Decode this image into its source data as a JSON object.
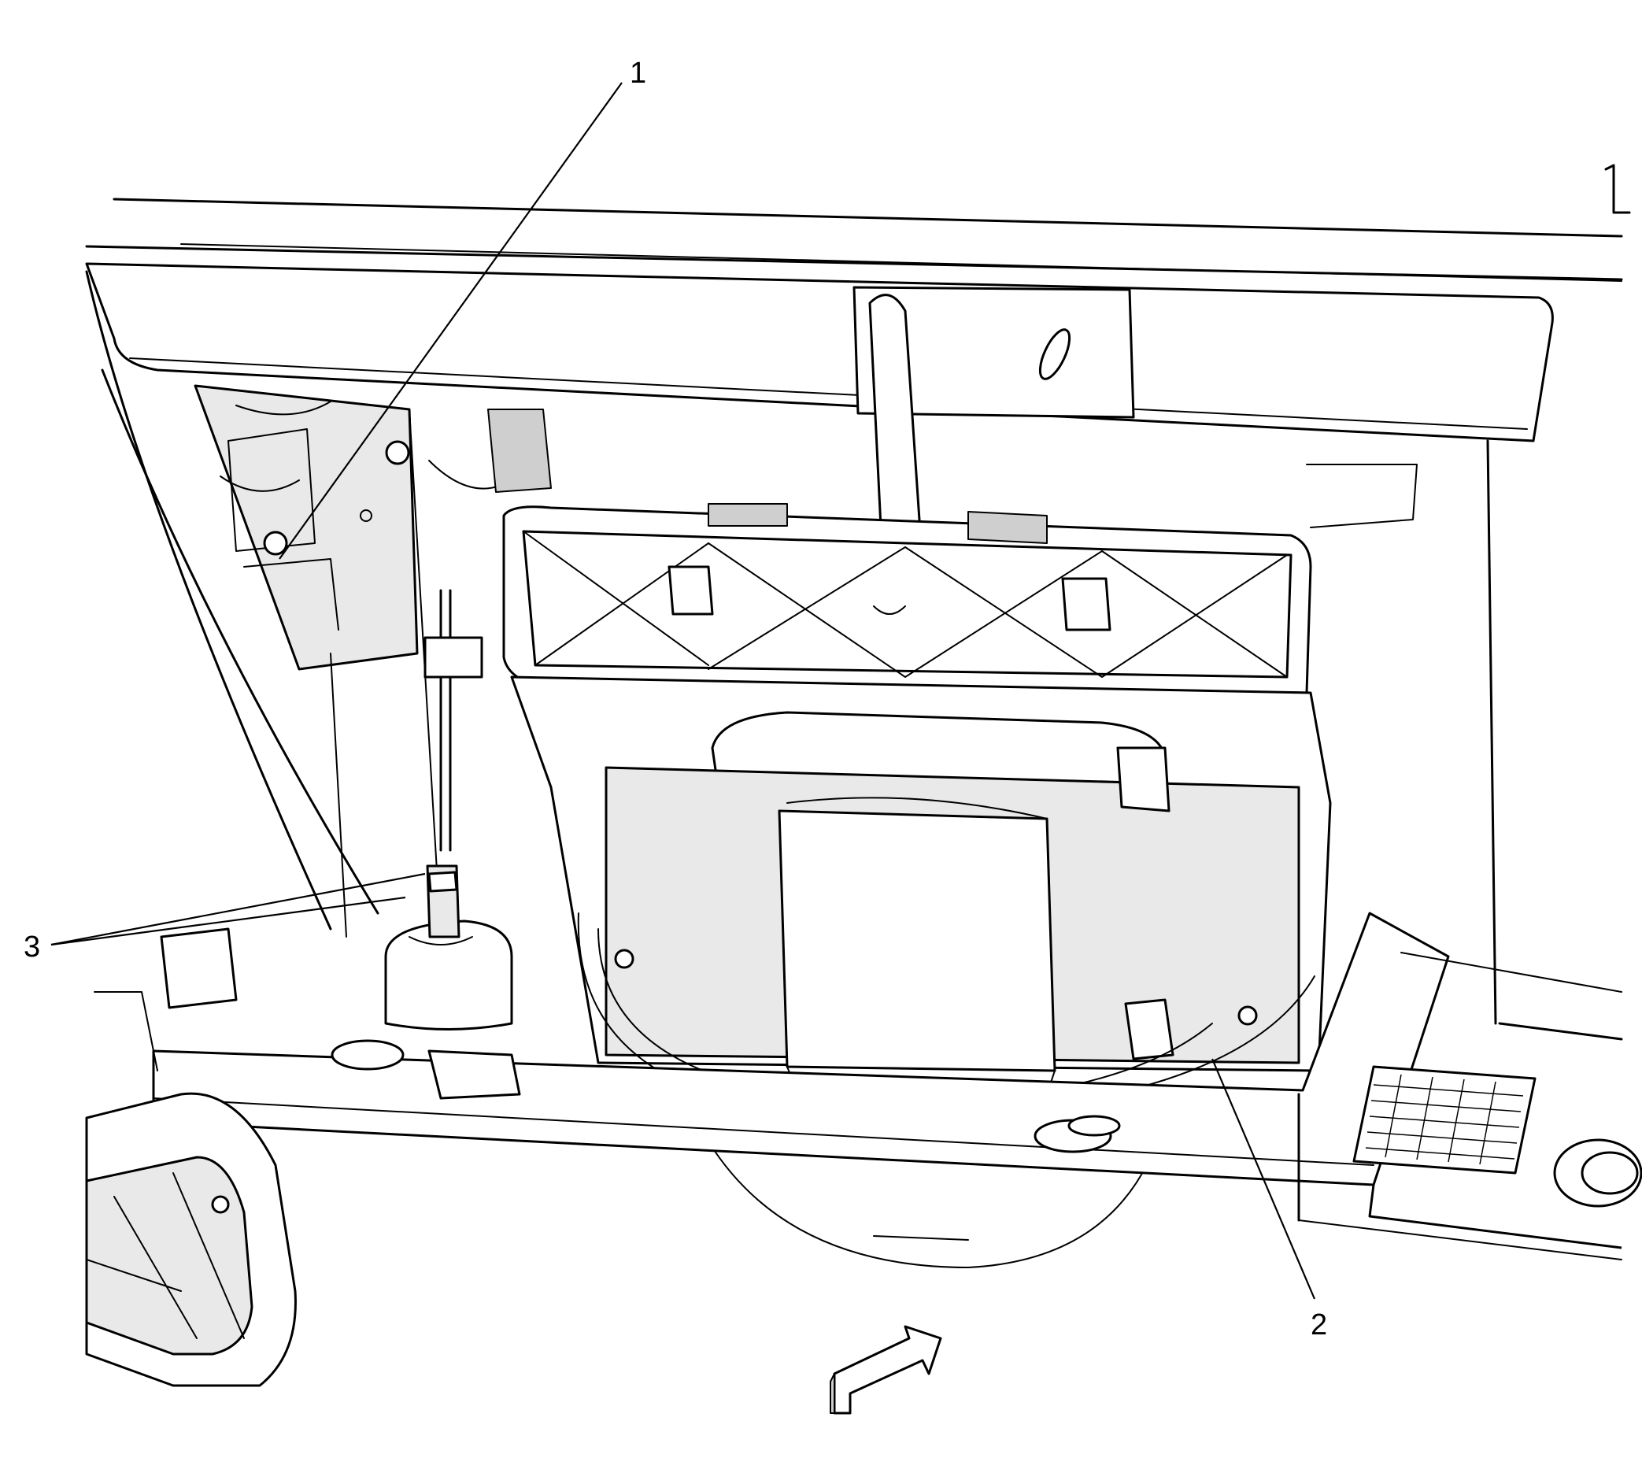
{
  "callouts": [
    {
      "id": "1",
      "label": "1"
    },
    {
      "id": "2",
      "label": "2"
    },
    {
      "id": "3",
      "label": "3"
    }
  ],
  "colors": {
    "line": "#000000",
    "background": "#ffffff",
    "shade": "#e9e9e9"
  },
  "icons": {
    "direction_arrow": "forward-arrow-icon",
    "label_plate": "instruction-label-icon"
  }
}
